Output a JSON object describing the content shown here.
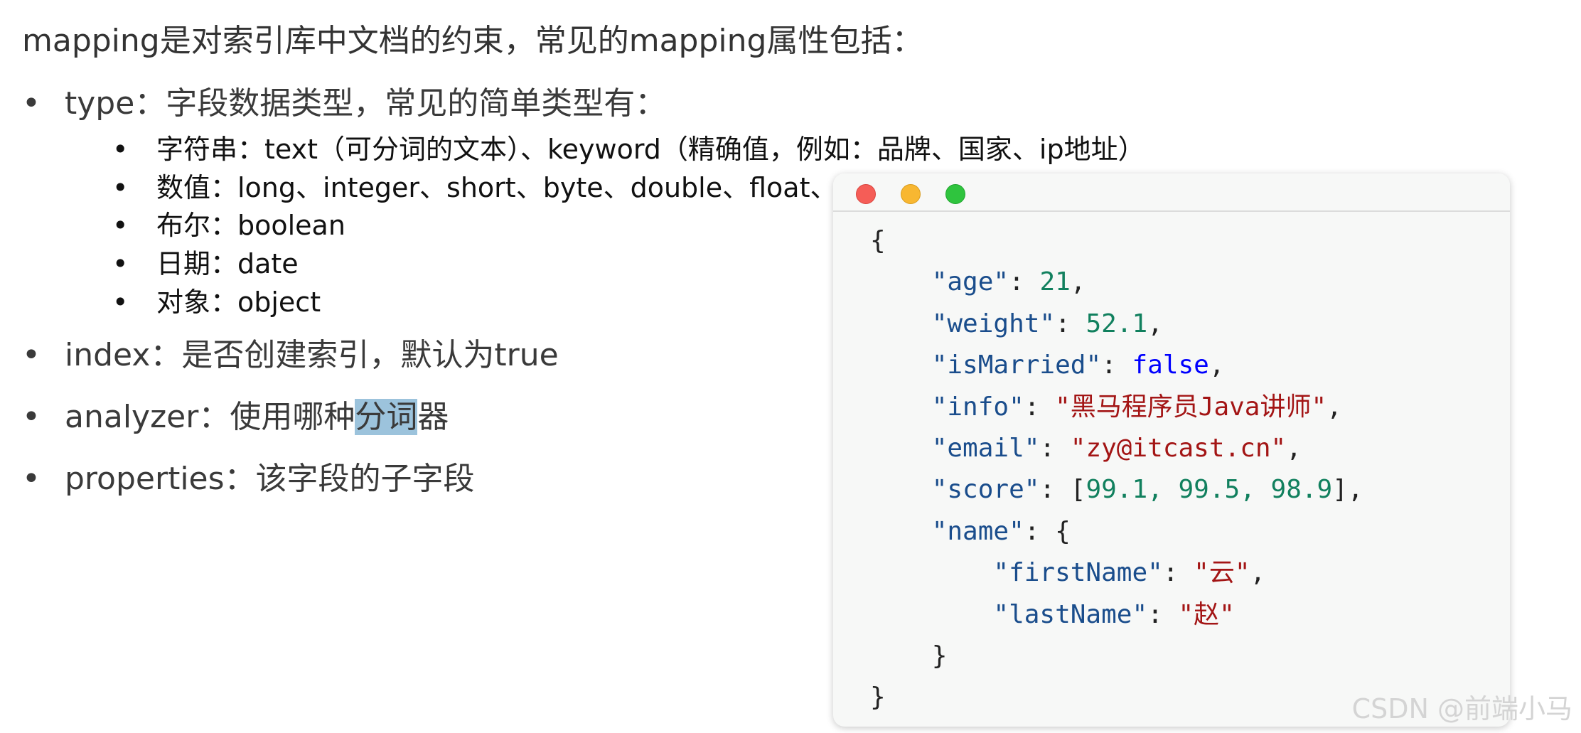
{
  "intro": "mapping是对索引库中文档的约束，常见的mapping属性包括：",
  "bullet_char": "•",
  "type_item": {
    "text": "type：字段数据类型，常见的简单类型有：",
    "subitems": [
      "字符串：text（可分词的文本）、keyword（精确值，例如：品牌、国家、ip地址）",
      "数值：long、integer、short、byte、double、float、",
      "布尔：boolean",
      "日期：date",
      "对象：object"
    ]
  },
  "index_item": "index：是否创建索引，默认为true",
  "analyzer_item": {
    "before": "analyzer：使用哪种",
    "highlight": "分词",
    "after": "器"
  },
  "properties_item": "properties：该字段的子字段",
  "code": {
    "open_brace": "{",
    "age_key": "\"age\"",
    "age_val": "21",
    "weight_key": "\"weight\"",
    "weight_val": "52.1",
    "married_key": "\"isMarried\"",
    "married_val": "false",
    "info_key": "\"info\"",
    "info_val": "\"黑马程序员Java讲师\"",
    "email_key": "\"email\"",
    "email_val": "\"zy@itcast.cn\"",
    "score_key": "\"score\"",
    "score_vals": "99.1, 99.5, 98.9",
    "name_key": "\"name\"",
    "first_key": "\"firstName\"",
    "first_val": "\"云\"",
    "last_key": "\"lastName\"",
    "last_val": "\"赵\"",
    "inner_close": "}",
    "close_brace": "}"
  },
  "watermark": "CSDN @前端小马",
  "colors": {
    "key": "#1a4d8c",
    "number": "#11805e",
    "string": "#a31515",
    "boolean": "#0000ff",
    "highlight": "#9cc3dc"
  }
}
